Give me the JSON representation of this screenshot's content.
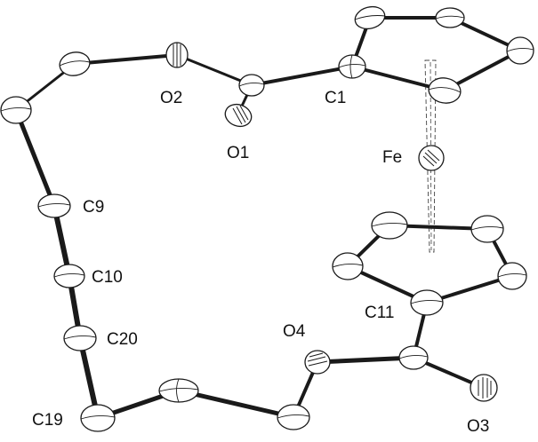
{
  "diagram": {
    "type": "ORTEP molecular structure",
    "labels": {
      "o2": "O2",
      "o1": "O1",
      "c1": "C1",
      "fe": "Fe",
      "c9": "C9",
      "c10": "C10",
      "c20": "C20",
      "c11": "C11",
      "o4": "O4",
      "c19": "C19",
      "o3": "O3"
    },
    "colors": {
      "ink": "#1a1a1a",
      "background": "#ffffff"
    }
  }
}
